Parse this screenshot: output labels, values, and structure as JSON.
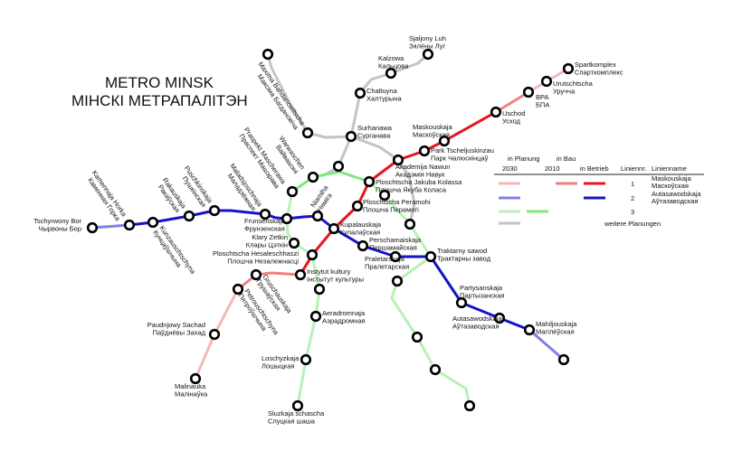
{
  "title": {
    "latin": "METRO MINSK",
    "cyrillic": "МІНСКІ МЕТРАПАЛІТЭН"
  },
  "colors": {
    "line1_operating": "#e8141c",
    "line1_construction": "#f08080",
    "line1_planned": "#f5b8b8",
    "line2_operating": "#1414c8",
    "line2_planned": "#8080e8",
    "line3_2010": "#80e880",
    "line3_planned": "#b8f0b8",
    "further_planning": "#c4c4c4"
  },
  "legend": {
    "in_planning": "in Planung",
    "under_construction": "in Bau",
    "y2030": "2030",
    "y2010": "2010",
    "operating": "in Betrieb",
    "line_no": "Liniennr.",
    "line_name": "Linienname",
    "rows": [
      {
        "no": "1",
        "name_lat": "Maskouskaja",
        "name_cyr": "Маскоўская"
      },
      {
        "no": "2",
        "name_lat": "Autasawodskaja",
        "name_cyr": "Аўтазаводская"
      },
      {
        "no": "3",
        "name_lat": "",
        "name_cyr": ""
      }
    ],
    "further": "weitere Planungen"
  },
  "stations": [
    {
      "lat": "Spartkomplex",
      "cyr": "Спарткомплекс"
    },
    {
      "lat": "Urutschtscha",
      "cyr": "Уручча"
    },
    {
      "lat": "BPA",
      "cyr": "БПА"
    },
    {
      "lat": "Uschod",
      "cyr": "Усход"
    },
    {
      "lat": "Maskouskaja",
      "cyr": "Маскоўская"
    },
    {
      "lat": "Park Tscheljuskinzau",
      "cyr": "Парк Чалюскінцаў"
    },
    {
      "lat": "Akademija Nawun",
      "cyr": "Акадэмія Навук"
    },
    {
      "lat": "Ploschtscha Jakuba Kolassa",
      "cyr": "Плошча Якуба Коласа"
    },
    {
      "lat": "Ploschtscha Peramohi",
      "cyr": "Плошча Перамогі"
    },
    {
      "lat": "Kupalauskaja",
      "cyr": "Купалаўская"
    },
    {
      "lat": "Ploschtscha Hesaleschhaszi",
      "cyr": "Плошча Незалежнасці"
    },
    {
      "lat": "Instytut kultury",
      "cyr": "Інстытут культуры"
    },
    {
      "lat": "Gruschauskaja",
      "cyr": "Грушаўская"
    },
    {
      "lat": "Petrouschtschyna",
      "cyr": "Пятроўшчына"
    },
    {
      "lat": "Paudnjowy Sachad",
      "cyr": "Паўднёвы Захад"
    },
    {
      "lat": "Malinauka",
      "cyr": "Малінаўка"
    },
    {
      "lat": "Tschyrwony Bor",
      "cyr": "Чырвоны Бор"
    },
    {
      "lat": "Kamennaja Horka",
      "cyr": "Каменная Горка"
    },
    {
      "lat": "Kunzauschtschyna",
      "cyr": "Кунцаўшчына"
    },
    {
      "lat": "Rakauskaja",
      "cyr": "Ракаўская"
    },
    {
      "lat": "Puschkinskaja",
      "cyr": "Пушкінская"
    },
    {
      "lat": "Maladsjoschnaja",
      "cyr": "Маладзёжная"
    },
    {
      "lat": "Frunsenskaja",
      "cyr": "Фрунзенская"
    },
    {
      "lat": "Niamiha",
      "cyr": "Няміга"
    },
    {
      "lat": "Perschamaiskaja",
      "cyr": "Першамайская"
    },
    {
      "lat": "Praletarskaja",
      "cyr": "Пралетарская"
    },
    {
      "lat": "Traktarny sawod",
      "cyr": "Трактарны завод"
    },
    {
      "lat": "Partysanskaja",
      "cyr": "Партызанская"
    },
    {
      "lat": "Autasawodskaja",
      "cyr": "Аўтазаводская"
    },
    {
      "lat": "Mahiljouskaja",
      "cyr": "Магілёўская"
    },
    {
      "lat": "",
      "cyr": ""
    },
    {
      "lat": "Klary Zetkin",
      "cyr": "Клары Цэткін"
    },
    {
      "lat": "Warwaschen",
      "cyr": "Вайвашэні"
    },
    {
      "lat": "Praspekt Mascherawa",
      "cyr": "Праспект Машэрава"
    },
    {
      "lat": "",
      "cyr": ""
    },
    {
      "lat": "Aeradromnaja",
      "cyr": "Аэрадромная"
    },
    {
      "lat": "Loschyzkaja",
      "cyr": "Лошыцкая"
    },
    {
      "lat": "Sluzkaja schascha",
      "cyr": "Слуцкая шаша"
    },
    {
      "lat": "",
      "cyr": ""
    },
    {
      "lat": "",
      "cyr": ""
    },
    {
      "lat": "",
      "cyr": ""
    },
    {
      "lat": "",
      "cyr": ""
    },
    {
      "lat": "",
      "cyr": ""
    },
    {
      "lat": "",
      "cyr": ""
    },
    {
      "lat": "Maxima Bahdanowitscha",
      "cyr": "Максіма Багдановіча"
    },
    {
      "lat": "Surhanawa",
      "cyr": "Сурганава"
    },
    {
      "lat": "Chaltuyna",
      "cyr": "Халтурына"
    },
    {
      "lat": "Kalzowa",
      "cyr": "Кальцова"
    },
    {
      "lat": "Sjaljony Luh",
      "cyr": "Зялёны Луг"
    },
    {
      "lat": "",
      "cyr": ""
    },
    {
      "lat": "",
      "cyr": ""
    }
  ]
}
